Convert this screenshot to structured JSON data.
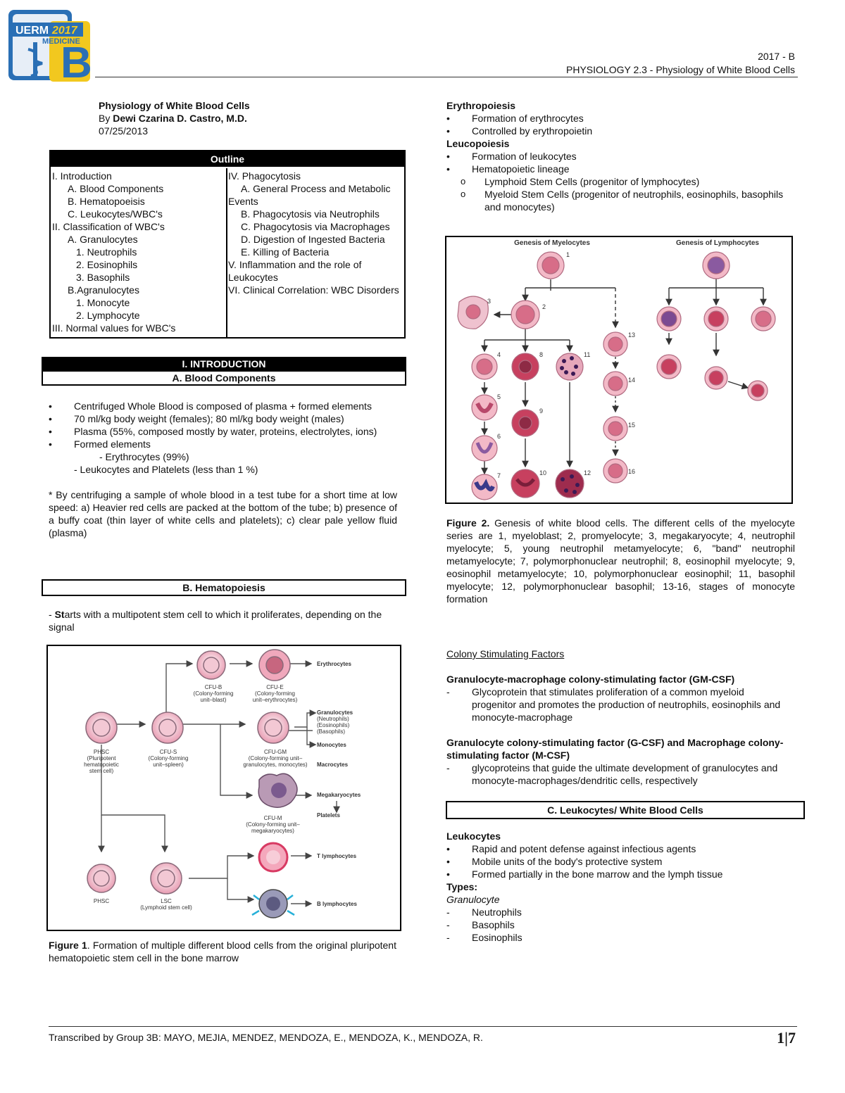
{
  "header": {
    "logo_text": "UERM 2017 MEDICINE B",
    "batch": "2017 - B",
    "course": "PHYSIOLOGY 2.3  - Physiology of White Blood Cells"
  },
  "title": {
    "name": "Physiology of White Blood Cells",
    "by_prefix": "By ",
    "author": "Dewi Czarina D. Castro, M.D.",
    "date": "07/25/2013"
  },
  "outline": {
    "heading": "Outline",
    "left": [
      "I. Introduction",
      "A. Blood Components",
      "B. Hematopoeisis",
      "C. Leukocytes/WBC's",
      "II. Classification of WBC's",
      "A. Granulocytes",
      "1. Neutrophils",
      "2. Eosinophils",
      "3. Basophils",
      "B.Agranulocytes",
      "1. Monocyte",
      "2. Lymphocyte",
      "III. Normal values for WBC's"
    ],
    "right": [
      "IV. Phagocytosis",
      "A. General Process and Metabolic Events",
      "B. Phagocytosis via Neutrophils",
      "C. Phagocytosis via Macrophages",
      "D. Digestion of Ingested Bacteria",
      "E. Killing of Bacteria",
      "V. Inflammation and the role of Leukocytes",
      "VI. Clinical Correlation: WBC Disorders"
    ]
  },
  "intro": {
    "section": "I. INTRODUCTION",
    "subsection": "A. Blood Components",
    "bullets": [
      "Centrifuged Whole Blood is composed of plasma + formed elements",
      "70 ml/kg body weight (females); 80 ml/kg body weight (males)",
      "Plasma (55%, composed mostly by water, proteins, electrolytes, ions)",
      "Formed elements"
    ],
    "formed_sub1": "- Erythrocytes (99%)",
    "formed_sub2": "- Leukocytes and Platelets (less than 1 %)",
    "note": "* By centrifuging a sample of whole blood in a test tube for a short time at low speed: a) Heavier red cells are packed at the bottom of the tube; b) presence of a buffy coat (thin layer of white cells and platelets); c) clear pale yellow fluid (plasma)"
  },
  "hematopoiesis": {
    "heading": "B. Hematopoiesis",
    "text_bold": "St",
    "text": "arts with a multipotent stem cell to which it proliferates, depending on the signal",
    "figure_labels": {
      "cfub": "CFU-B\n(Colony-forming\nunit–blast)",
      "cfue": "CFU-E\n(Colony-forming\nunit–erythrocytes)",
      "erythrocytes": "Erythrocytes",
      "granulocytes": "Granulocytes\n(Neutrophils)\n(Eosinophils)\n(Basophils)",
      "monocytes": "Monocytes",
      "macrocytes": "Macrocytes",
      "phsc": "PHSC\n(Pluripotent\nhematopoietic\nstem cell)",
      "cfus": "CFU-S\n(Colony-forming\nunit–spleen)",
      "cfugm": "CFU-GM\n(Colony-forming unit–\ngranulocytes, monocytes)",
      "megakaryocytes": "Megakaryocytes",
      "platelets": "Platelets",
      "cfum": "CFU-M\n(Colony-forming unit–\nmegakaryocytes)",
      "tlymph": "T lymphocytes",
      "blymph": "B lymphocytes",
      "phsc2": "PHSC",
      "lsc": "LSC\n(Lymphoid stem cell)"
    },
    "figure1_label": "Figure 1",
    "figure1_caption": ". Formation of multiple different blood cells from the original pluripotent hematopoietic stem cell in the bone marrow"
  },
  "right": {
    "erythropoiesis": "Erythropoiesis",
    "ery_bullets": [
      "Formation of erythrocytes",
      "Controlled by erythropoietin"
    ],
    "leucopoiesis": "Leucopoiesis",
    "leu_bullets": [
      "Formation of leukocytes",
      "Hematopoietic lineage"
    ],
    "leu_sub": [
      "Lymphoid Stem Cells (progenitor of lymphocytes)",
      "Myeloid Stem Cells (progenitor of neutrophils, eosinophils, basophils and monocytes)"
    ],
    "fig2_title_left": "Genesis of Myelocytes",
    "fig2_title_right": "Genesis of Lymphocytes",
    "fig2_numbers": [
      "1",
      "2",
      "3",
      "4",
      "5",
      "6",
      "7",
      "8",
      "9",
      "10",
      "11",
      "12",
      "13",
      "14",
      "15",
      "16"
    ],
    "figure2_label": "Figure 2.",
    "figure2_caption": " Genesis of white blood cells. The different cells of the myelocyte series are 1, myeloblast; 2, promyelocyte; 3, megakaryocyte; 4, neutrophil myelocyte; 5, young neutrophil metamyelocyte; 6, \"band\" neutrophil metamyelocyte; 7, polymorphonuclear neutrophil; 8, eosinophil myelocyte; 9, eosinophil metamyelocyte; 10, polymorphonuclear eosinophil; 11, basophil myelocyte; 12, polymorphonuclear basophil; 13-16, stages of monocyte formation",
    "csf_heading": "Colony Stimulating Factors",
    "gmcsf": "Granulocyte-macrophage colony-stimulating factor (GM-CSF)",
    "gmcsf_text": "Glycoprotein that stimulates proliferation of a common myeloid progenitor and promotes the production of neutrophils, eosinophils and monocyte-macrophage",
    "gcsf": "Granulocyte colony-stimulating factor (G-CSF) and Macrophage colony-stimulating factor (M-CSF)",
    "gcsf_text": "glycoproteins that guide the ultimate development of granulocytes and monocyte-macrophages/dendritic cells, respectively",
    "leuko_section": "C. Leukocytes/ White Blood Cells",
    "leukocytes": "Leukocytes",
    "leuko_bullets": [
      "Rapid and potent defense against infectious agents",
      "Mobile units of the body's protective system",
      "Formed partially in the bone marrow and the lymph tissue"
    ],
    "types": "Types:",
    "granulocyte": "Granulocyte",
    "types_list": [
      "Neutrophils",
      "Basophils",
      "Eosinophils"
    ]
  },
  "footer": {
    "text": "Transcribed by Group 3B: MAYO, MEJIA, MENDEZ, MENDOZA, E., MENDOZA, K., MENDOZA, R.",
    "page": "1|7"
  },
  "colors": {
    "rbc_pink": "#e8a9b8",
    "nucleus": "#c0566e",
    "eosin": "#b0284a",
    "baso": "#5c2a6a",
    "lymph_purple": "#7b5a9e"
  }
}
